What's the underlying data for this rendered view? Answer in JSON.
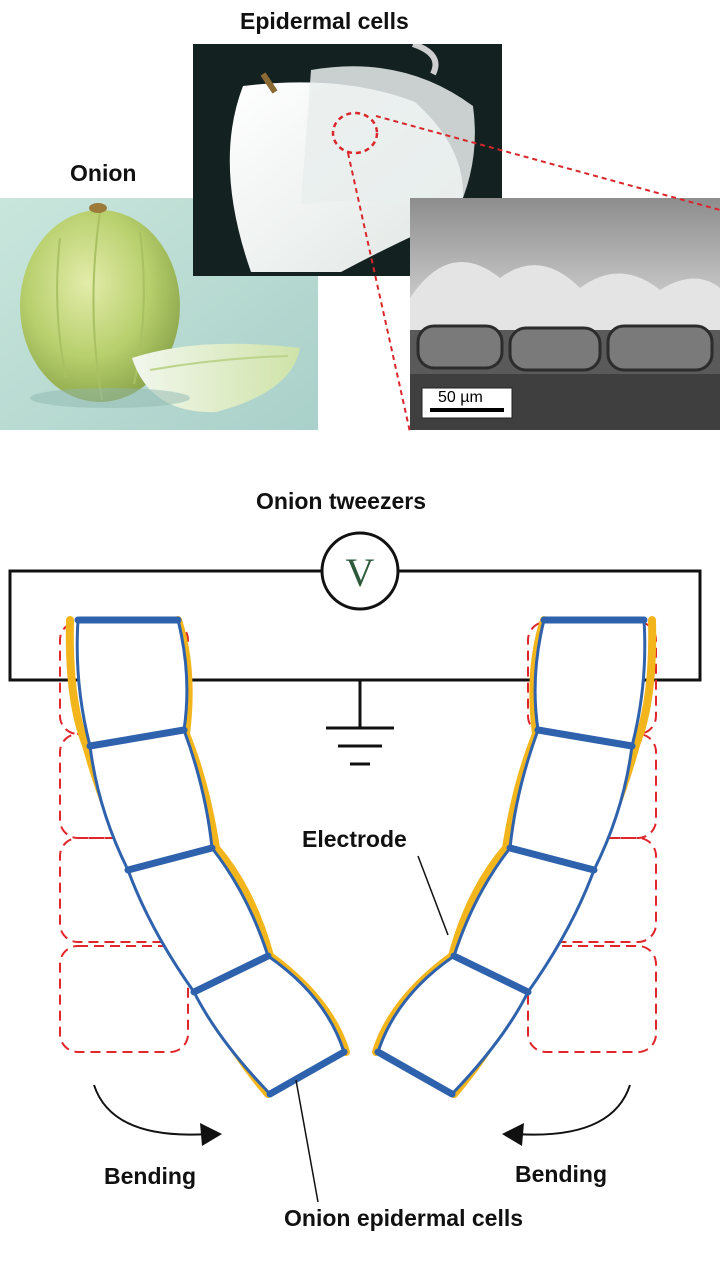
{
  "labels": {
    "onion": "Onion",
    "epidermal_cells": "Epidermal cells",
    "scale_bar": "50 µm",
    "onion_tweezers": "Onion tweezers",
    "voltmeter": "V",
    "electrode": "Electrode",
    "bending_left": "Bending",
    "bending_right": "Bending",
    "onion_epidermal_cells": "Onion epidermal cells"
  },
  "colors": {
    "cell_wall": "#2f62ad",
    "electrode": "#f2b51c",
    "original_cells": "#e0262b",
    "circuit": "#111111",
    "highlight": "#d9262b",
    "voltmeter_text": "#2e5a3a"
  }
}
